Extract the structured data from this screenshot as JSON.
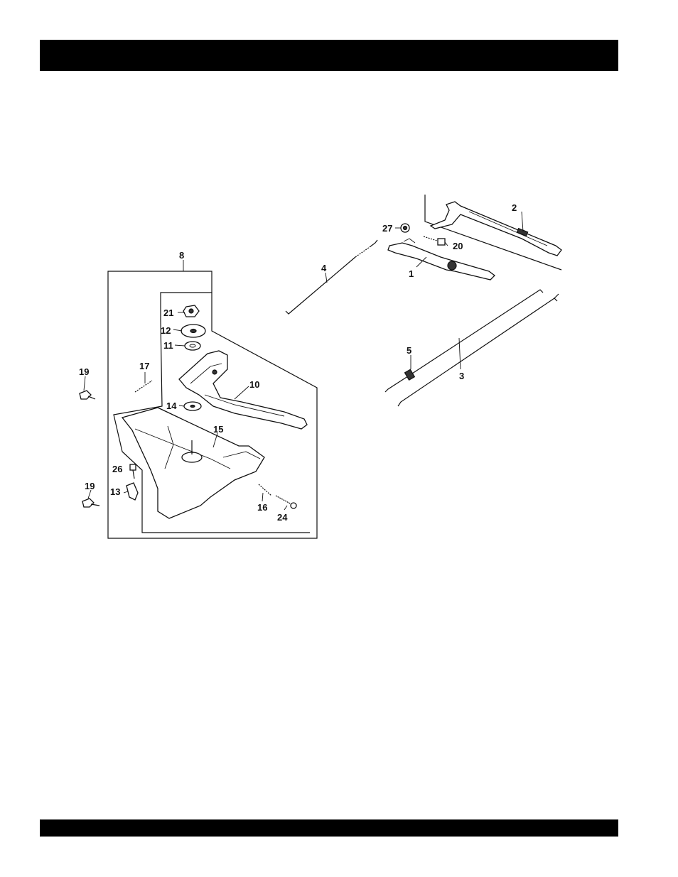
{
  "colors": {
    "bar": "#000000",
    "ink": "#111111",
    "background": "#ffffff"
  },
  "callouts": [
    {
      "id": "c1",
      "text": "1"
    },
    {
      "id": "c2",
      "text": "2"
    },
    {
      "id": "c3",
      "text": "3"
    },
    {
      "id": "c4",
      "text": "4"
    },
    {
      "id": "c5",
      "text": "5"
    },
    {
      "id": "c8",
      "text": "8"
    },
    {
      "id": "c10",
      "text": "10"
    },
    {
      "id": "c11",
      "text": "11"
    },
    {
      "id": "c12",
      "text": "12"
    },
    {
      "id": "c13",
      "text": "13"
    },
    {
      "id": "c14",
      "text": "14"
    },
    {
      "id": "c15",
      "text": "15"
    },
    {
      "id": "c16",
      "text": "16"
    },
    {
      "id": "c17",
      "text": "17"
    },
    {
      "id": "c19a",
      "text": "19"
    },
    {
      "id": "c19b",
      "text": "19"
    },
    {
      "id": "c20",
      "text": "20"
    },
    {
      "id": "c21",
      "text": "21"
    },
    {
      "id": "c24",
      "text": "24"
    },
    {
      "id": "c26",
      "text": "26"
    },
    {
      "id": "c27",
      "text": "27"
    }
  ]
}
